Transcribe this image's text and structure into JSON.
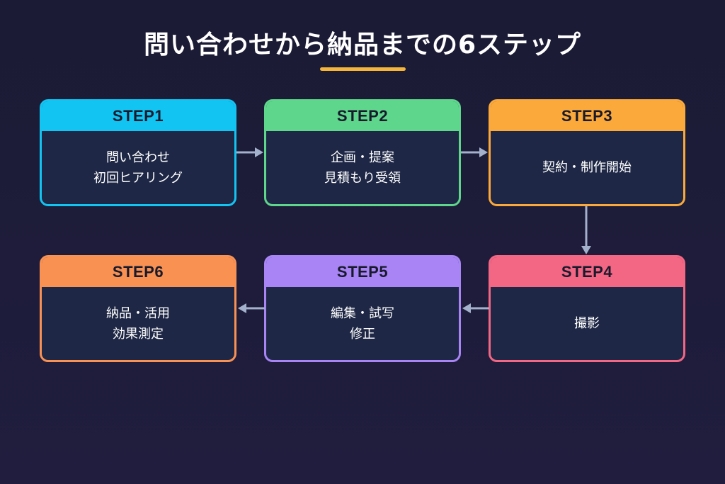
{
  "title": "問い合わせから納品までの6ステップ",
  "accent_color": "#f5b43a",
  "arrow_color": "#a3b1cc",
  "steps": [
    {
      "label": "STEP1",
      "lines": [
        "問い合わせ",
        "初回ヒアリング"
      ],
      "color": "#12c4f2"
    },
    {
      "label": "STEP2",
      "lines": [
        "企画・提案",
        "見積もり受領"
      ],
      "color": "#5ed68b"
    },
    {
      "label": "STEP3",
      "lines": [
        "契約・制作開始"
      ],
      "color": "#fba93a"
    },
    {
      "label": "STEP4",
      "lines": [
        "撮影"
      ],
      "color": "#f36684"
    },
    {
      "label": "STEP5",
      "lines": [
        "編集・試写",
        "修正"
      ],
      "color": "#a884f5"
    },
    {
      "label": "STEP6",
      "lines": [
        "納品・活用",
        "効果測定"
      ],
      "color": "#f99153"
    }
  ]
}
